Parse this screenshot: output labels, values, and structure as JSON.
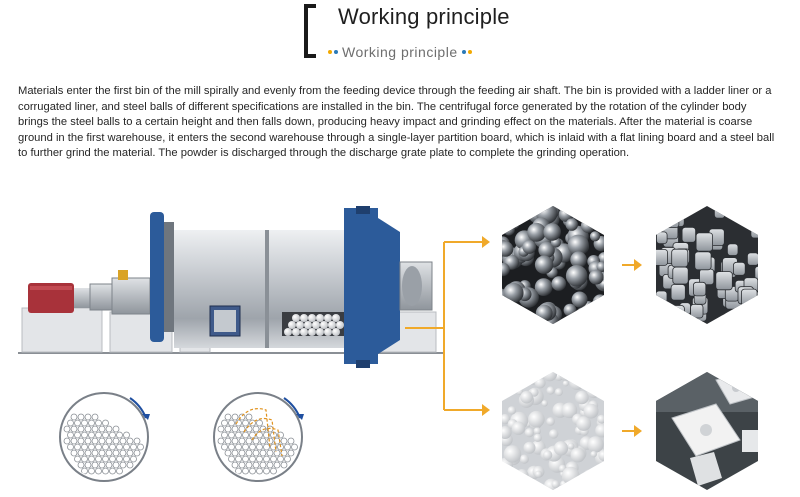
{
  "header": {
    "title": "Working principle",
    "subtitle": "Working principle",
    "subtitle_dot_colors": [
      "#f2a900",
      "#2a7ab8",
      "#f2a900"
    ]
  },
  "description": "Materials enter the first bin of the mill spirally and evenly from the feeding device through the feeding air shaft. The bin is provided with a ladder liner or a corrugated liner, and steel balls of different specifications are installed in the bin. The centrifugal force generated by the rotation of the cylinder body brings the steel balls to a certain height and then falls down, producing heavy impact and grinding effect on the materials. After the material is coarse ground in the first warehouse, it enters the second warehouse through a single-layer partition board, which is inlaid with a flat lining board and a steel ball to further grind the material. The powder is discharged through the discharge grate plate to complete the grinding operation.",
  "colors": {
    "accent_arrow": "#f0a92a",
    "motor_red": "#a8323a",
    "flange_blue": "#2c5b9a",
    "body_steel": "#c8ccd1"
  },
  "images": {
    "ball_mill": "ball-mill-machine",
    "cross_section_1": "ball-motion-cross-section",
    "cross_section_2": "ball-trajectory-cross-section",
    "media_1": "steel-grinding-balls",
    "media_2": "steel-cylpebs",
    "media_3": "ceramic-grinding-balls",
    "media_4": "ceramic-lining-bricks"
  }
}
